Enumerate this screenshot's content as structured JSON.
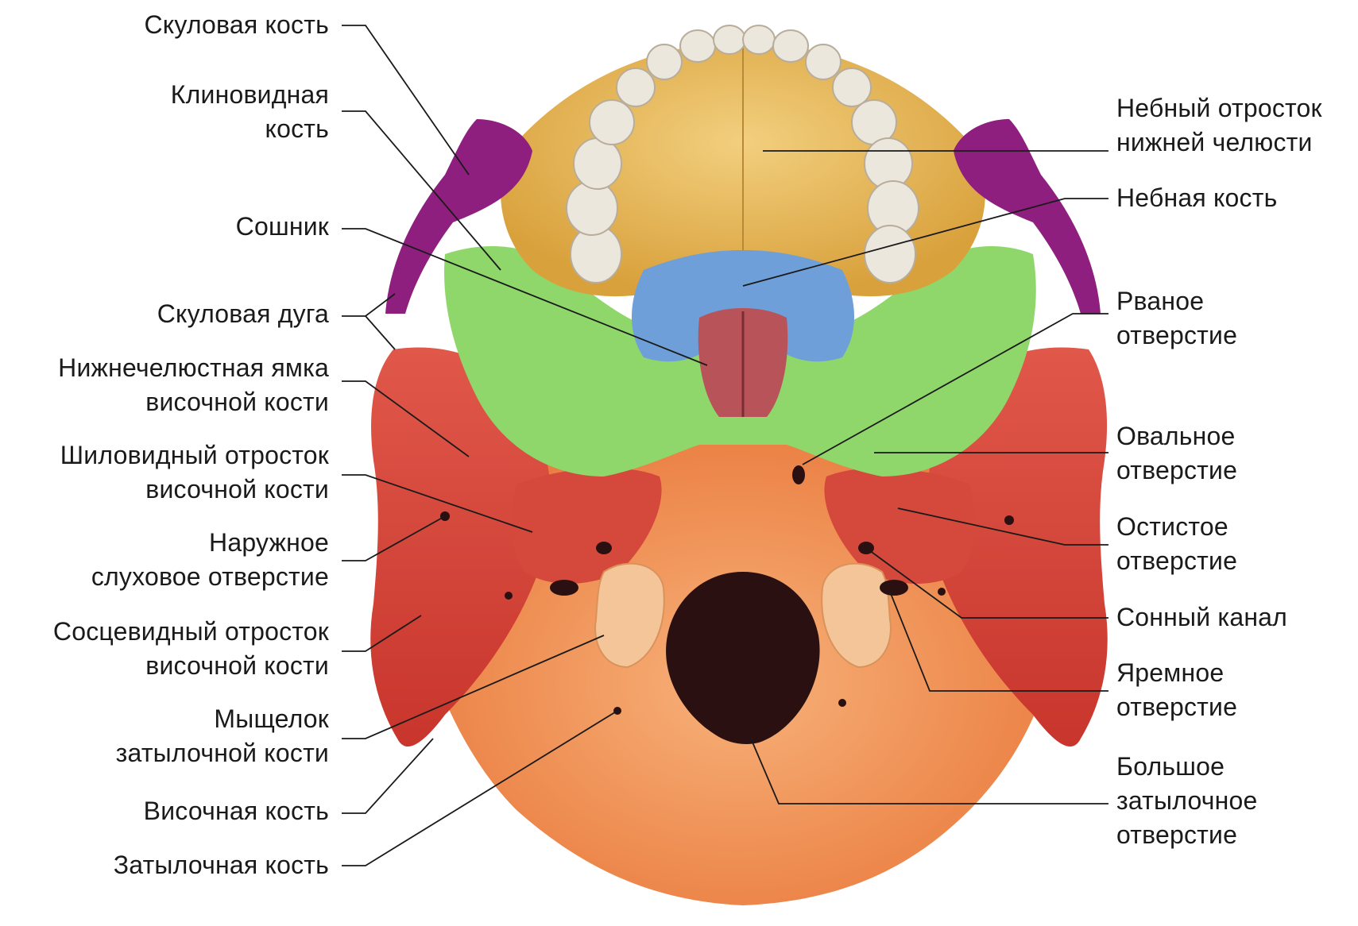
{
  "colors": {
    "zygomatic": "#8e1f7e",
    "maxilla": "#e6b24a",
    "palatine": "#6f9fd9",
    "sphenoid": "#8fd66b",
    "temporal": "#d9443a",
    "occipital": "#f08a3e",
    "vomer": "#b8535a",
    "teeth": "#e8e2d6",
    "foramen": "#2a1010"
  },
  "labels": {
    "zygomatic_bone": "Скуловая кость",
    "sphenoid_bone": "Клиновидная\nкость",
    "vomer": "Сошник",
    "zygomatic_arch": "Скуловая дуга",
    "mandibular_fossa": "Нижнечелюстная ямка\nвисочной кости",
    "styloid_process": "Шиловидный отросток\nвисочной кости",
    "external_acoustic": "Наружное\nслуховое отверстие",
    "mastoid_process": "Сосцевидный отросток\nвисочной кости",
    "occipital_condyle": "Мыщелок\nзатылочной кости",
    "temporal_bone": "Височная кость",
    "occipital_bone": "Затылочная кость",
    "palatine_process": "Небный отросток\nнижней челюсти",
    "palatine_bone": "Небная кость",
    "foramen_lacerum": "Рваное\nотверстие",
    "foramen_ovale": "Овальное\nотверстие",
    "foramen_spinosum": "Остистое\nотверстие",
    "carotid_canal": "Сонный канал",
    "jugular_foramen": "Яремное\nотверстие",
    "foramen_magnum": "Большое\nзатылочное\nотверстие"
  }
}
